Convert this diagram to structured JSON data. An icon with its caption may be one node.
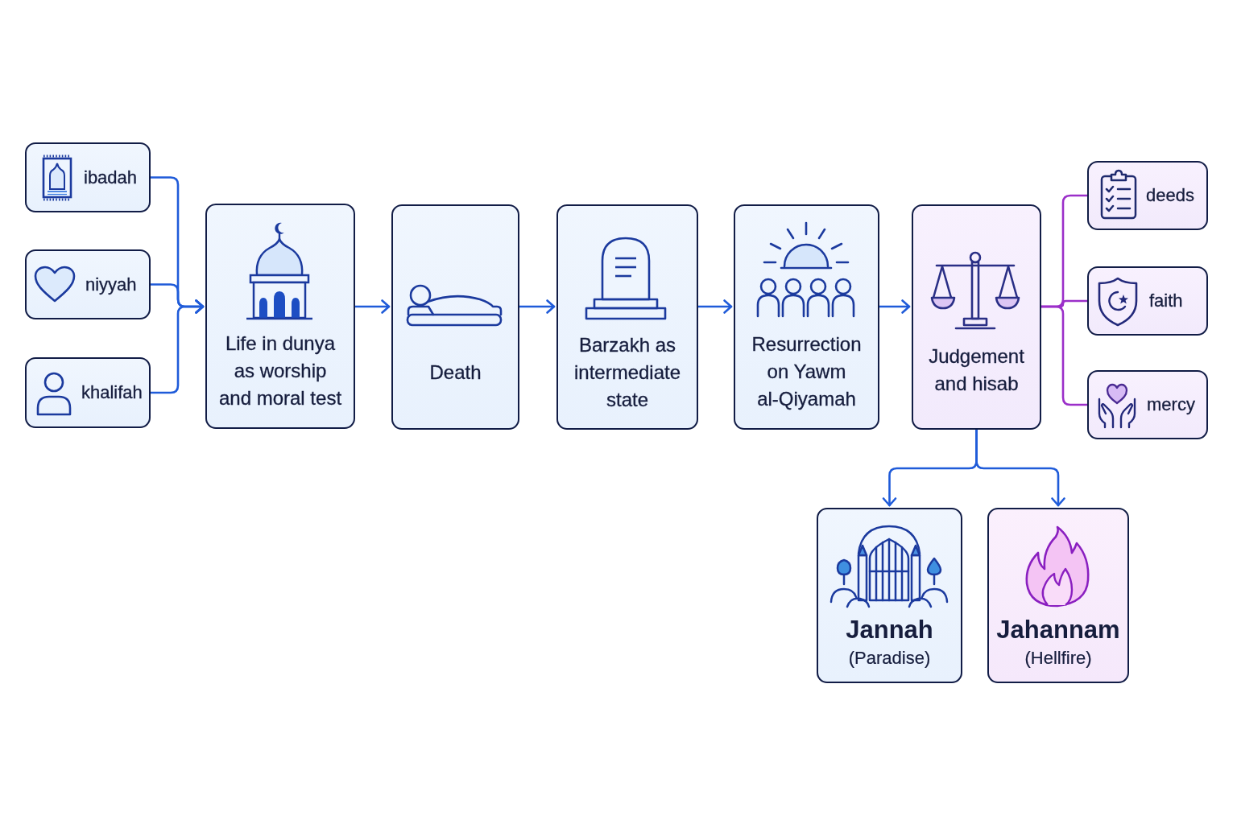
{
  "diagram": {
    "nodes": [
      {
        "text": [
          "ibadah"
        ]
      },
      {
        "text": [
          "niyyah"
        ]
      },
      {
        "text": [
          "khalifah"
        ]
      },
      {
        "text": [
          "Life in dunya as worship and moral test"
        ]
      },
      {
        "text": [
          "Death"
        ]
      },
      {
        "text": [
          "Barzakh as intermediate state"
        ]
      },
      {
        "text": [
          "Resurrection on Yawm al-Qiyamah"
        ]
      },
      {
        "text": [
          "Judgement and hisab"
        ]
      },
      {
        "text": [
          "deeds"
        ]
      },
      {
        "text": [
          "faith"
        ]
      },
      {
        "text": [
          "mercy"
        ]
      },
      {
        "text": [
          "Jannah",
          "(Paradise)"
        ]
      },
      {
        "text": [
          "Jahannam",
          "(Hellfire)"
        ]
      }
    ],
    "edges": [
      {
        "from": 0,
        "to": 3,
        "arrow": "to"
      },
      {
        "from": 1,
        "to": 3,
        "arrow": "to"
      },
      {
        "from": 2,
        "to": 3,
        "arrow": "to"
      },
      {
        "from": 3,
        "to": 4,
        "arrow": "to"
      },
      {
        "from": 4,
        "to": 5,
        "arrow": "to"
      },
      {
        "from": 5,
        "to": 6,
        "arrow": "to"
      },
      {
        "from": 6,
        "to": 7,
        "arrow": "to"
      },
      {
        "from": 7,
        "to": 8,
        "arrow": "none",
        "color": "#9b2fc9"
      },
      {
        "from": 7,
        "to": 9,
        "arrow": "none",
        "color": "#9b2fc9"
      },
      {
        "from": 7,
        "to": 10,
        "arrow": "none",
        "color": "#9b2fc9"
      },
      {
        "from": 7,
        "to": 11,
        "arrow": "to"
      },
      {
        "from": 7,
        "to": 12,
        "arrow": "to"
      }
    ]
  }
}
